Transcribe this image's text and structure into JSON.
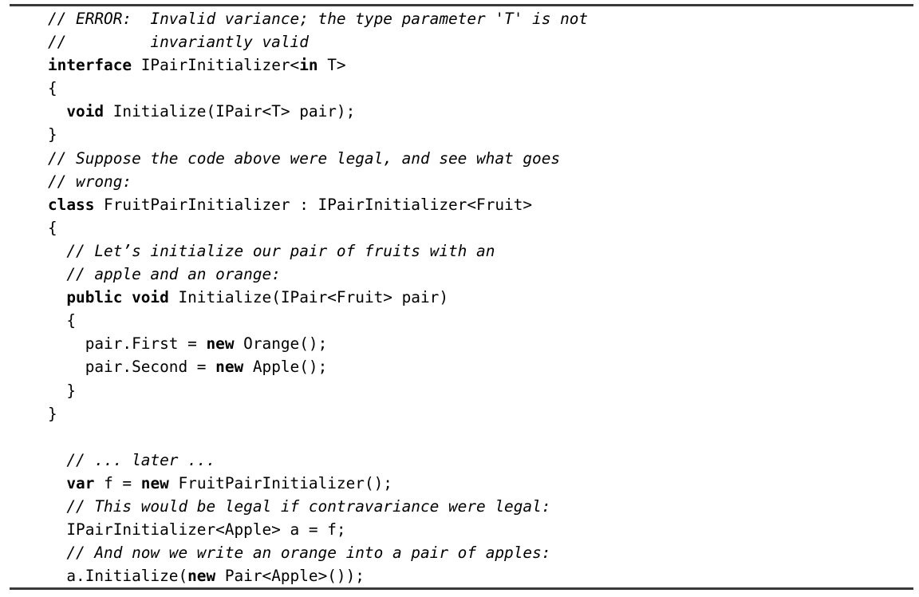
{
  "document": {
    "kind": "code-listing",
    "language": "csharp",
    "background_color": "#ffffff",
    "text_color": "#000000",
    "rule_color": "#3a3a3a"
  },
  "code": {
    "lines": [
      {
        "id": 1,
        "indent": 0,
        "style": "comment",
        "text": "// ERROR:  Invalid variance; the type parameter 'T' is not",
        "tokens": [
          {
            "t": "comment",
            "s": "// ERROR:  Invalid variance; the type parameter 'T' is not"
          }
        ]
      },
      {
        "id": 2,
        "indent": 0,
        "style": "comment",
        "text": "//         invariantly valid",
        "tokens": [
          {
            "t": "comment",
            "s": "//         invariantly valid"
          }
        ]
      },
      {
        "id": 3,
        "indent": 0,
        "style": "code",
        "text": "interface IPairInitializer<in T>",
        "tokens": [
          {
            "t": "keyword",
            "s": "interface"
          },
          {
            "t": "plain",
            "s": " IPairInitializer<"
          },
          {
            "t": "keyword",
            "s": "in"
          },
          {
            "t": "plain",
            "s": " T>"
          }
        ]
      },
      {
        "id": 4,
        "indent": 0,
        "style": "code",
        "text": "{",
        "tokens": [
          {
            "t": "plain",
            "s": "{"
          }
        ]
      },
      {
        "id": 5,
        "indent": 2,
        "style": "code",
        "text": "  void Initialize(IPair<T> pair);",
        "tokens": [
          {
            "t": "plain",
            "s": "  "
          },
          {
            "t": "keyword",
            "s": "void"
          },
          {
            "t": "plain",
            "s": " Initialize(IPair<T> pair);"
          }
        ]
      },
      {
        "id": 6,
        "indent": 0,
        "style": "code",
        "text": "}",
        "tokens": [
          {
            "t": "plain",
            "s": "}"
          }
        ]
      },
      {
        "id": 7,
        "indent": 0,
        "style": "comment",
        "text": "// Suppose the code above were legal, and see what goes",
        "tokens": [
          {
            "t": "comment",
            "s": "// Suppose the code above were legal, and see what goes"
          }
        ]
      },
      {
        "id": 8,
        "indent": 0,
        "style": "comment",
        "text": "// wrong:",
        "tokens": [
          {
            "t": "comment",
            "s": "// wrong:"
          }
        ]
      },
      {
        "id": 9,
        "indent": 0,
        "style": "code",
        "text": "class FruitPairInitializer : IPairInitializer<Fruit>",
        "tokens": [
          {
            "t": "keyword",
            "s": "class"
          },
          {
            "t": "plain",
            "s": " FruitPairInitializer : IPairInitializer<Fruit>"
          }
        ]
      },
      {
        "id": 10,
        "indent": 0,
        "style": "code",
        "text": "{",
        "tokens": [
          {
            "t": "plain",
            "s": "{"
          }
        ]
      },
      {
        "id": 11,
        "indent": 2,
        "style": "comment",
        "text": "  // Let’s initialize our pair of fruits with an",
        "tokens": [
          {
            "t": "plain",
            "s": "  "
          },
          {
            "t": "comment",
            "s": "// Let’s initialize our pair of fruits with an"
          }
        ]
      },
      {
        "id": 12,
        "indent": 2,
        "style": "comment",
        "text": "  // apple and an orange:",
        "tokens": [
          {
            "t": "plain",
            "s": "  "
          },
          {
            "t": "comment",
            "s": "// apple and an orange:"
          }
        ]
      },
      {
        "id": 13,
        "indent": 2,
        "style": "code",
        "text": "  public void Initialize(IPair<Fruit> pair)",
        "tokens": [
          {
            "t": "plain",
            "s": "  "
          },
          {
            "t": "keyword",
            "s": "public void"
          },
          {
            "t": "plain",
            "s": " Initialize(IPair<Fruit> pair)"
          }
        ]
      },
      {
        "id": 14,
        "indent": 2,
        "style": "code",
        "text": "  {",
        "tokens": [
          {
            "t": "plain",
            "s": "  {"
          }
        ]
      },
      {
        "id": 15,
        "indent": 4,
        "style": "code",
        "text": "    pair.First = new Orange();",
        "tokens": [
          {
            "t": "plain",
            "s": "    pair.First = "
          },
          {
            "t": "keyword",
            "s": "new"
          },
          {
            "t": "plain",
            "s": " Orange();"
          }
        ]
      },
      {
        "id": 16,
        "indent": 4,
        "style": "code",
        "text": "    pair.Second = new Apple();",
        "tokens": [
          {
            "t": "plain",
            "s": "    pair.Second = "
          },
          {
            "t": "keyword",
            "s": "new"
          },
          {
            "t": "plain",
            "s": " Apple();"
          }
        ]
      },
      {
        "id": 17,
        "indent": 2,
        "style": "code",
        "text": "  }",
        "tokens": [
          {
            "t": "plain",
            "s": "  }"
          }
        ]
      },
      {
        "id": 18,
        "indent": 0,
        "style": "code",
        "text": "}",
        "tokens": [
          {
            "t": "plain",
            "s": "}"
          }
        ]
      },
      {
        "id": 19,
        "indent": 0,
        "style": "blank",
        "text": "",
        "tokens": [
          {
            "t": "plain",
            "s": ""
          }
        ]
      },
      {
        "id": 20,
        "indent": 2,
        "style": "comment",
        "text": "  // ... later ...",
        "tokens": [
          {
            "t": "plain",
            "s": "  "
          },
          {
            "t": "comment",
            "s": "// ... later ..."
          }
        ]
      },
      {
        "id": 21,
        "indent": 2,
        "style": "code",
        "text": "  var f = new FruitPairInitializer();",
        "tokens": [
          {
            "t": "plain",
            "s": "  "
          },
          {
            "t": "keyword",
            "s": "var"
          },
          {
            "t": "plain",
            "s": " f = "
          },
          {
            "t": "keyword",
            "s": "new"
          },
          {
            "t": "plain",
            "s": " FruitPairInitializer();"
          }
        ]
      },
      {
        "id": 22,
        "indent": 2,
        "style": "comment",
        "text": "  // This would be legal if contravariance were legal:",
        "tokens": [
          {
            "t": "plain",
            "s": "  "
          },
          {
            "t": "comment",
            "s": "// This would be legal if contravariance were legal:"
          }
        ]
      },
      {
        "id": 23,
        "indent": 2,
        "style": "code",
        "text": "  IPairInitializer<Apple> a = f;",
        "tokens": [
          {
            "t": "plain",
            "s": "  IPairInitializer<Apple> a = f;"
          }
        ]
      },
      {
        "id": 24,
        "indent": 2,
        "style": "comment",
        "text": "  // And now we write an orange into a pair of apples:",
        "tokens": [
          {
            "t": "plain",
            "s": "  "
          },
          {
            "t": "comment",
            "s": "// And now we write an orange into a pair of apples:"
          }
        ]
      },
      {
        "id": 25,
        "indent": 2,
        "style": "code",
        "text": "  a.Initialize(new Pair<Apple>());",
        "tokens": [
          {
            "t": "plain",
            "s": "  a.Initialize("
          },
          {
            "t": "keyword",
            "s": "new"
          },
          {
            "t": "plain",
            "s": " Pair<Apple>());"
          }
        ]
      }
    ]
  }
}
